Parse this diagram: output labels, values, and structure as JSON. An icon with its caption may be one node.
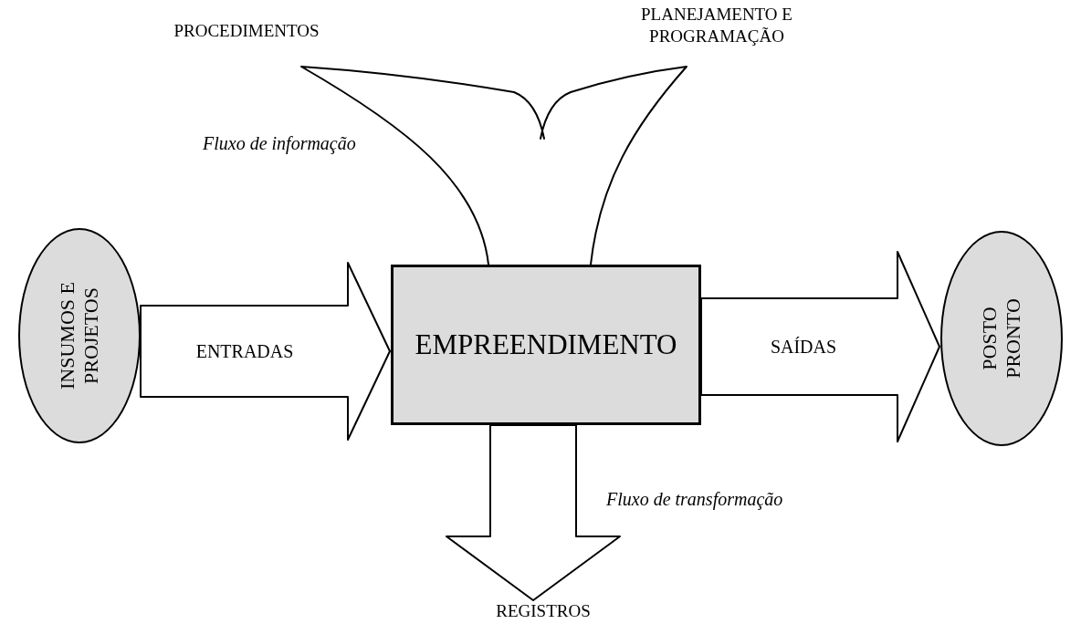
{
  "diagram": {
    "nodes": [
      {
        "text": [
          "INSUMOS E PROJETOS"
        ]
      },
      {
        "text": [
          "EMPREENDIMENTO"
        ]
      },
      {
        "text": [
          "POSTO PRONTO"
        ]
      },
      {
        "text": [
          "PROCEDIMENTOS"
        ]
      },
      {
        "text": [
          "PLANEJAMENTO E PROGRAMAÇÃO"
        ]
      },
      {
        "text": [
          "REGISTROS"
        ]
      }
    ],
    "edges": [
      {
        "from": 0,
        "to": 1,
        "arrow": "to",
        "label": "ENTRADAS"
      },
      {
        "from": 1,
        "to": 2,
        "arrow": "to",
        "label": "SAÍDAS"
      },
      {
        "from": 1,
        "to": 5,
        "arrow": "to"
      },
      {
        "from": 3,
        "to": 1,
        "arrow": "none"
      },
      {
        "from": 4,
        "to": 1,
        "arrow": "none"
      }
    ],
    "labels": [
      "Fluxo de informação",
      "Fluxo de transformação"
    ]
  }
}
